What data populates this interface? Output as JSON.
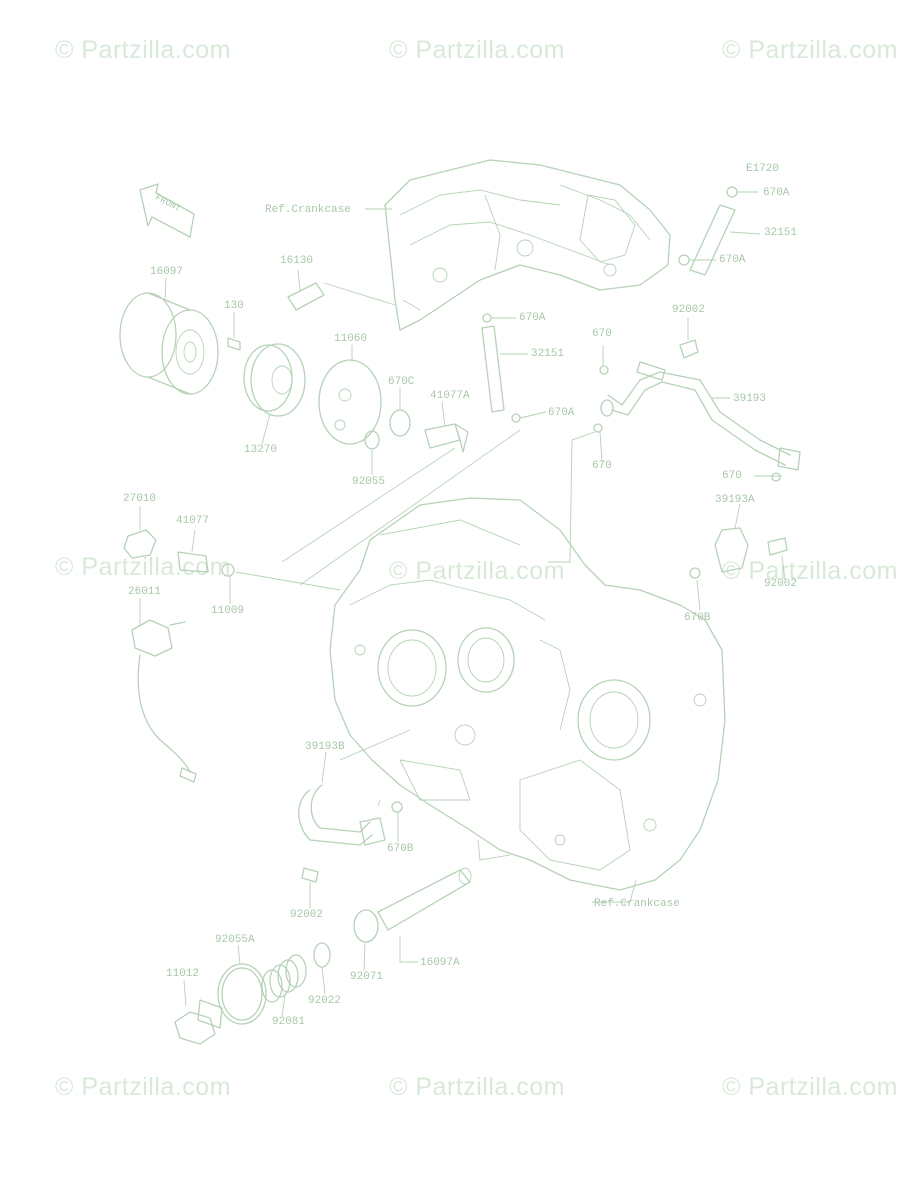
{
  "watermark": "© Partzilla.com",
  "diagram_code": "E1720",
  "front_arrow_text": "FRONT",
  "labels": {
    "ref_crankcase_top": "Ref.Crankcase",
    "ref_crankcase_bottom": "Ref.Crankcase",
    "p16097": "16097",
    "p130": "130",
    "p13270": "13270",
    "p16130": "16130",
    "p11060": "11060",
    "p670c": "670C",
    "p41077a": "41077A",
    "p92055": "92055",
    "p670a_1": "670A",
    "p32151_1": "32151",
    "p670a_2": "670A",
    "p670a_3": "670A",
    "p32151_2": "32151",
    "p670a_4": "670A",
    "p670_1": "670",
    "p92002_1": "92002",
    "p39193": "39193",
    "p670_2": "670",
    "p670_3": "670",
    "p39193a": "39193A",
    "p92002_2": "92002",
    "p670b_1": "670B",
    "p27010": "27010",
    "p41077": "41077",
    "p11009": "11009",
    "p26011": "26011",
    "p39193b": "39193B",
    "p670b_2": "670B",
    "p92002_3": "92002",
    "p92055a": "92055A",
    "p11012": "11012",
    "p92081": "92081",
    "p92022": "92022",
    "p92071": "92071",
    "p16097a": "16097A"
  }
}
